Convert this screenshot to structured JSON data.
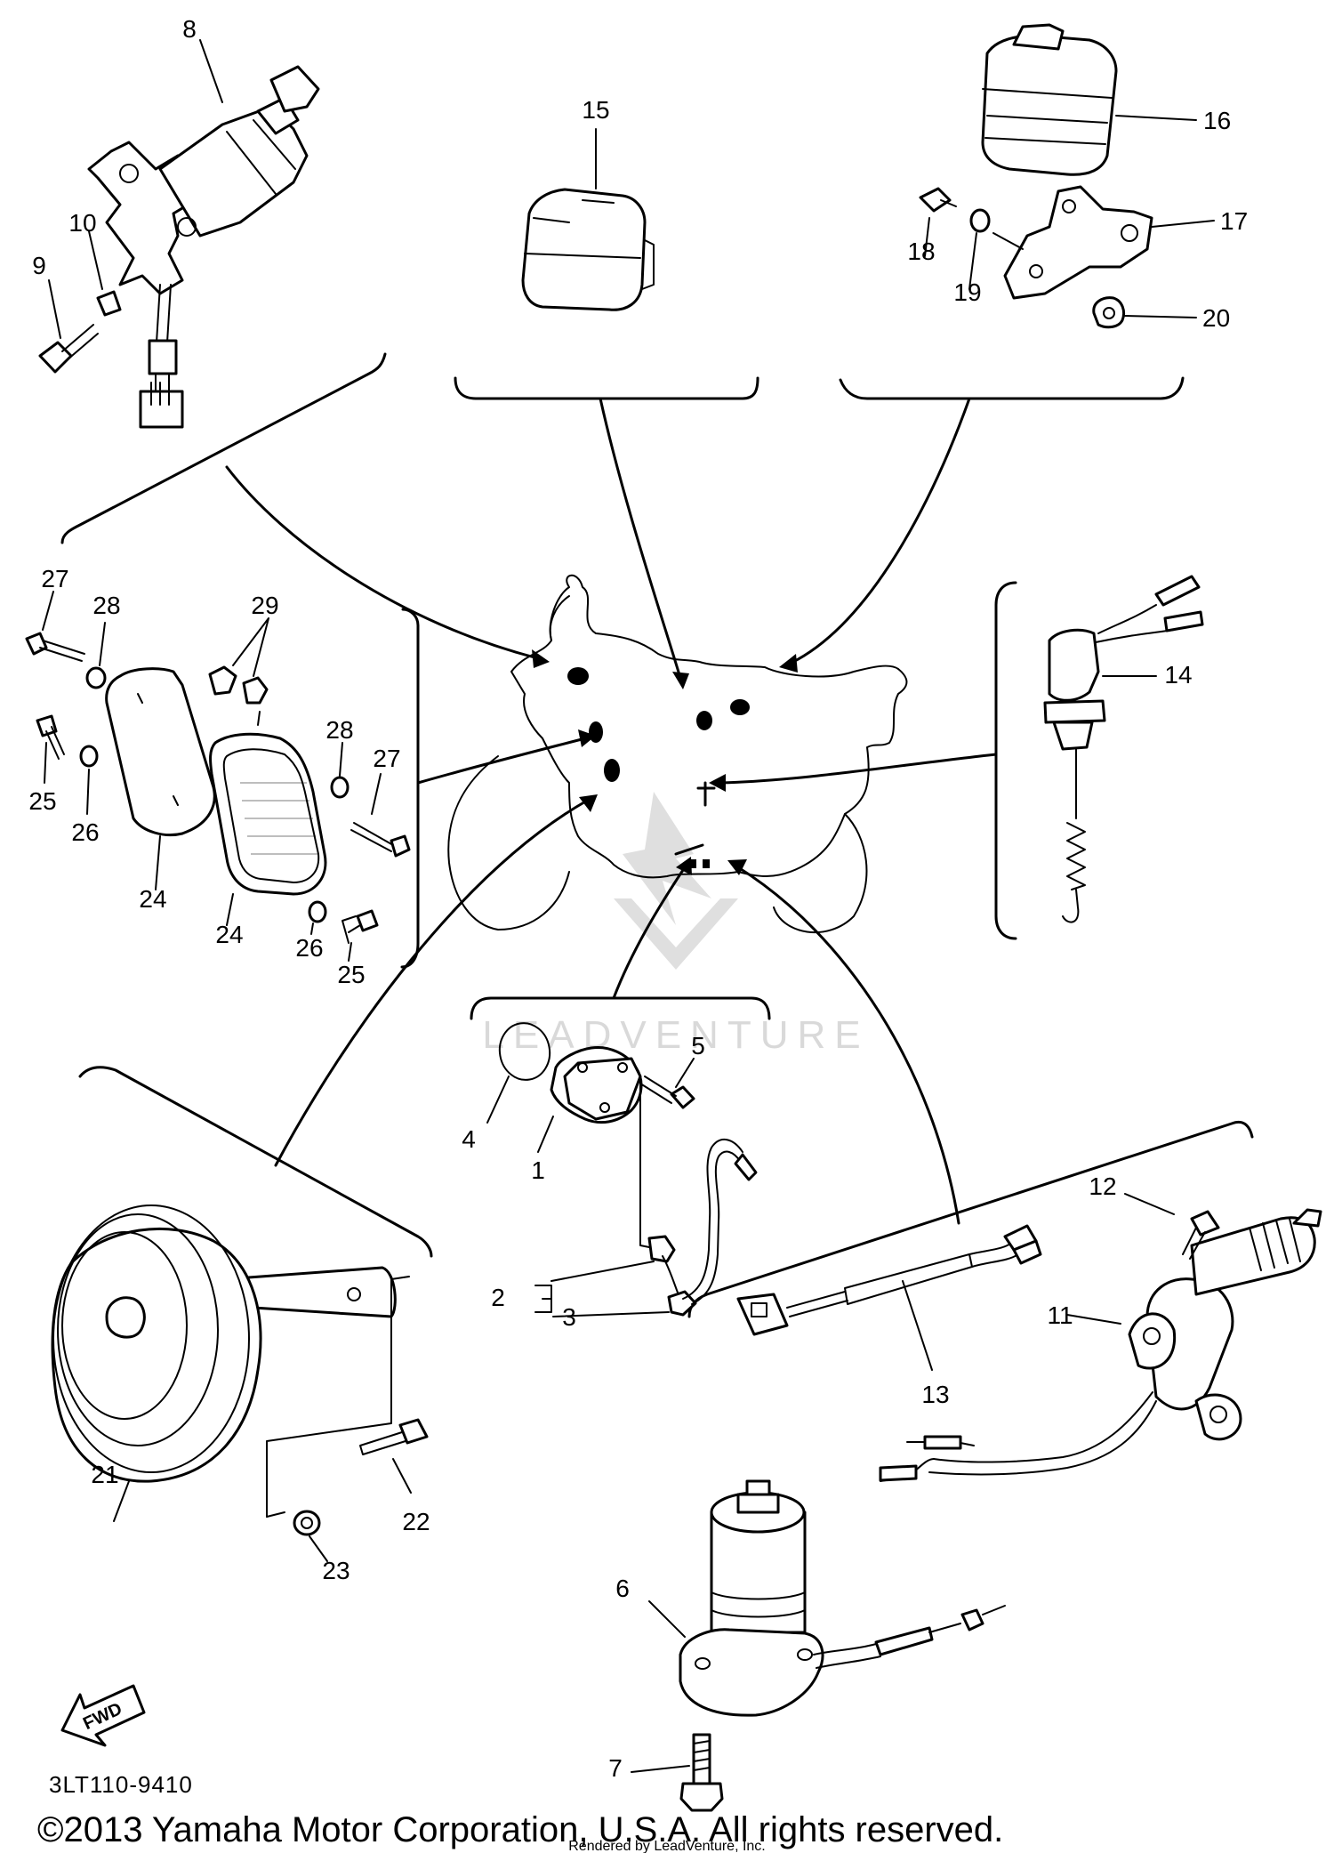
{
  "diagram": {
    "part_labels": {
      "p1": "1",
      "p2": "2",
      "p3": "3",
      "p4": "4",
      "p5": "5",
      "p6": "6",
      "p7": "7",
      "p8": "8",
      "p9": "9",
      "p10": "10",
      "p11": "11",
      "p12": "12",
      "p13": "13",
      "p14": "14",
      "p15": "15",
      "p16": "16",
      "p17": "17",
      "p18": "18",
      "p19": "19",
      "p20": "20",
      "p21": "21",
      "p22": "22",
      "p23": "23",
      "p24a": "24",
      "p24b": "24",
      "p25a": "25",
      "p25b": "25",
      "p26a": "26",
      "p26b": "26",
      "p27a": "27",
      "p27b": "27",
      "p28a": "28",
      "p28b": "28",
      "p29": "29"
    },
    "direction_arrow": "FWD",
    "diagram_code": "3LT110-9410",
    "copyright": "©2013 Yamaha Motor Corporation, U.S.A. All rights reserved.",
    "rendered_by": "Rendered by LeadVenture, Inc.",
    "watermark": "LEADVENTURE"
  },
  "colors": {
    "ink": "#000000",
    "paper": "#ffffff",
    "watermark": "#d9d9d9"
  }
}
